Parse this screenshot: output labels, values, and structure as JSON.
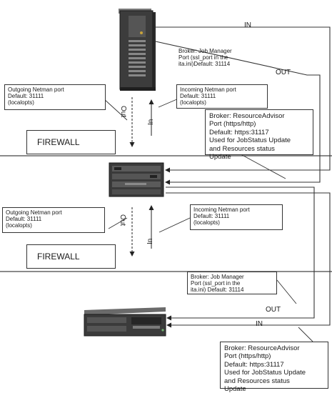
{
  "labels": {
    "in_top": "IN",
    "out_top": "OUT",
    "out_bottom": "OUT",
    "in_bottom": "IN",
    "out_vertical_1": "Out",
    "in_vertical_1": "In",
    "out_vertical_2": "Out",
    "in_vertical_2": "In"
  },
  "firewalls": [
    {
      "label": "FIREWALL"
    },
    {
      "label": "FIREWALL"
    }
  ],
  "boxes": {
    "broker_jm_top": "Broker: Job Manager\nPort (ssl_port in the\nita.ini)Default: 31114",
    "outgoing_netman_top": "Outgoing Netman port\nDefault: 31111\n(localopts)",
    "incoming_netman_top": "Incoming Netman port\nDefault: 31111\n(localopts)",
    "broker_ra_top": "Broker: ResourceAdvisor\nPort (https/http)\nDefault: https:31117\nUsed for JobStatus Update\nand Resources status\nUpdate",
    "outgoing_netman_mid": "Outgoing Netman port\nDefault: 31111\n(localopts)",
    "incoming_netman_mid": "Incoming Netman port\nDefault: 31111\n(localopts)",
    "broker_jm_bottom": "Broker: Job Manager\nPort (ssl_port in the\nita.ini) Default: 31114",
    "broker_ra_bottom": "Broker: ResourceAdvisor\nPort (https/http)\nDefault: https:31117\nUsed for JobStatus Update\nand Resources status\nUpdate"
  }
}
